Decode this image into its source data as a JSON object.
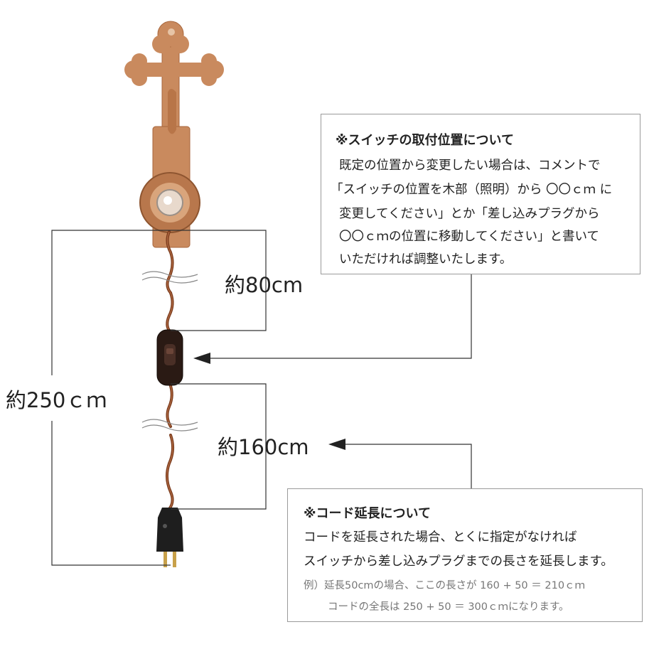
{
  "lengths": {
    "upper": "約80cm",
    "lower": "約160cm",
    "total": "約250ｃｍ"
  },
  "switch_note": {
    "title": "※スイッチの取付位置について",
    "lines": [
      "既定の位置から変更したい場合は、コメントで",
      "「スイッチの位置を木部（照明）から 〇〇ｃｍ に",
      "変更してください」とか「差し込みプラグから",
      "〇〇ｃｍの位置に移動してください」と書いて",
      "いただければ調整いたします。"
    ]
  },
  "cord_note": {
    "title": "※コード延長について",
    "lines": [
      "コードを延長された場合、とくに指定がなければ",
      "スイッチから差し込みプラグまでの長さを延長します。"
    ],
    "example": [
      "例）延長50cmの場合、ここの長さが 160 + 50 ＝ 210ｃｍ",
      "コードの全長は 250 + 50 ＝ 300ｃｍになります。"
    ]
  },
  "colors": {
    "wood": "#c98a5e",
    "wood_dark": "#a8663c",
    "cord": "#7a3a1c",
    "switch": "#2a1a14",
    "plug": "#1e1e1e",
    "prong": "#c8a14a",
    "line": "#333333"
  }
}
